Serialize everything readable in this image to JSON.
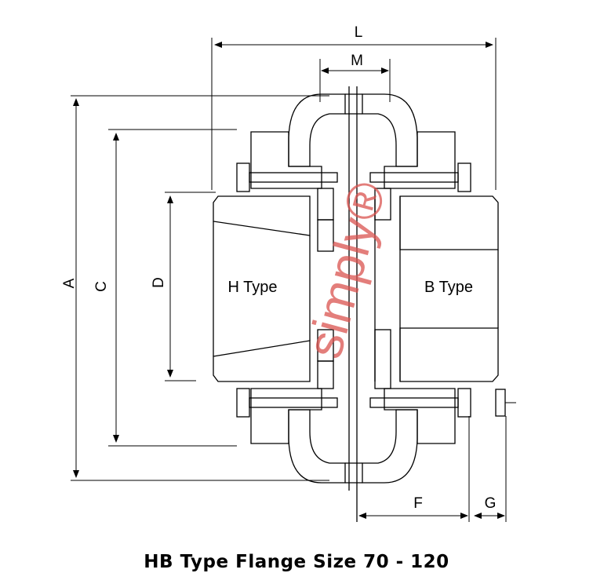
{
  "diagram": {
    "dimensions": {
      "L": "L",
      "M": "M",
      "A": "A",
      "C": "C",
      "D": "D",
      "F": "F",
      "G": "G"
    },
    "left_label": "H Type",
    "right_label": "B Type",
    "watermark": "simply®",
    "title": "HB Type Flange Size 70 - 120"
  }
}
